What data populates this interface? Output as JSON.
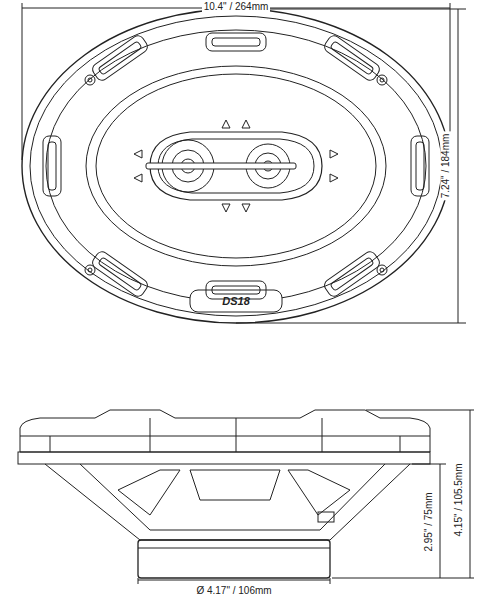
{
  "diagram": {
    "labels": [
      "10.4\" / 264mm",
      "7.24\" / 184mm",
      "DS18",
      "2.95\" / 75mm",
      "4.15\" / 105.5mm",
      "Ø 4.17\" / 106mm"
    ]
  }
}
